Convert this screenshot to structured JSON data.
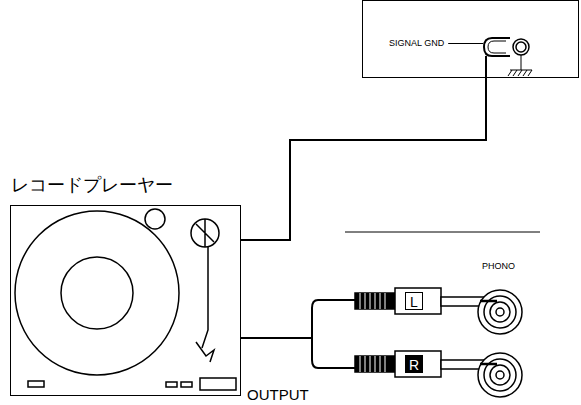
{
  "diagram": {
    "nodes": [
      {
        "text": [
          "レコードプレーヤー"
        ]
      },
      {
        "text": [
          "SIGNAL GND"
        ]
      }
    ],
    "edges": [
      {
        "from": 0,
        "to": 1,
        "arrow": "none"
      }
    ],
    "labels": [
      "PHONO",
      "L",
      "R",
      "OUTPUT"
    ]
  }
}
